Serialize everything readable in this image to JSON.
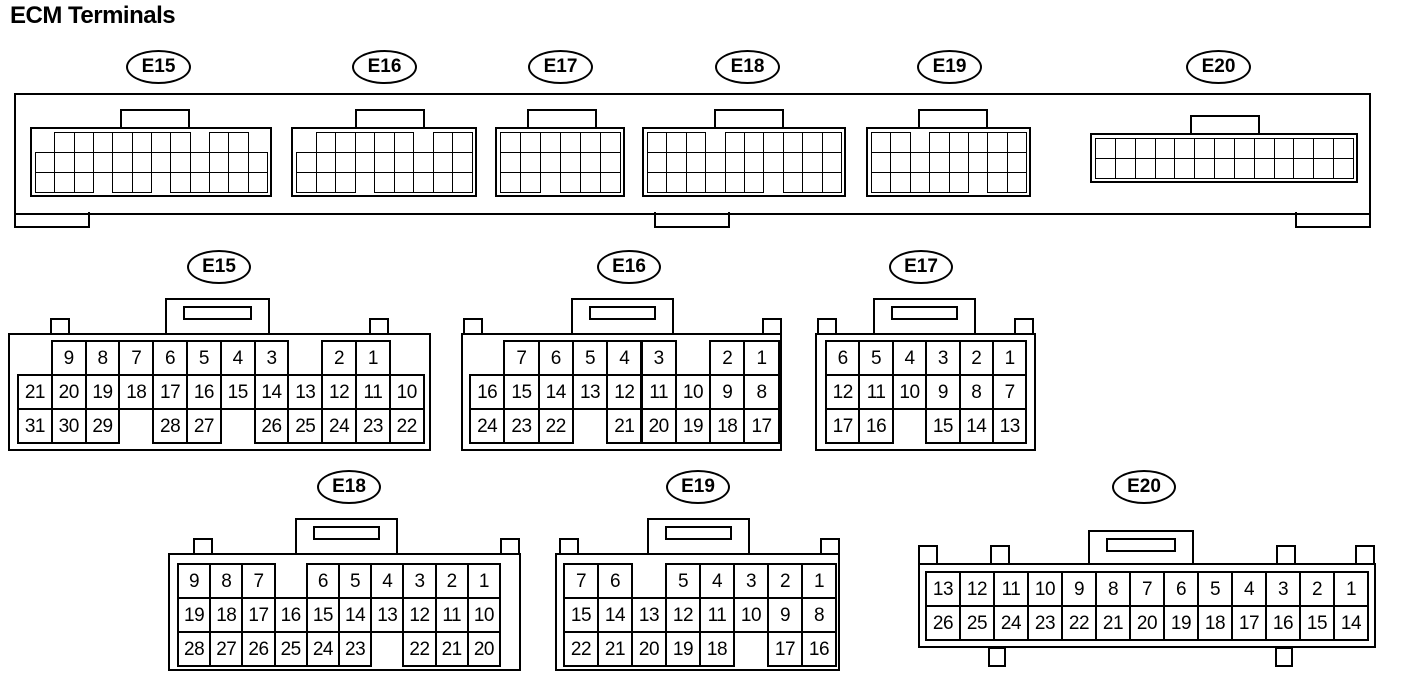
{
  "title": "ECM Terminals",
  "top_labels": [
    "E15",
    "E16",
    "E17",
    "E18",
    "E19",
    "E20"
  ],
  "detail_labels": [
    "E15",
    "E16",
    "E17",
    "E18",
    "E19",
    "E20"
  ],
  "connectors": {
    "E15": {
      "rows": [
        [
          null,
          "9",
          "8",
          "7",
          "6",
          "5",
          "4",
          "3",
          null,
          "2",
          "1",
          null
        ],
        [
          "21",
          "20",
          "19",
          "18",
          "17",
          "16",
          "15",
          "14",
          "13",
          "12",
          "11",
          "10"
        ],
        [
          "31",
          "30",
          "29",
          null,
          "28",
          "27",
          null,
          "26",
          "25",
          "24",
          "23",
          "22"
        ]
      ]
    },
    "E16": {
      "rows": [
        [
          null,
          "7",
          "6",
          "5",
          "4",
          "3",
          null,
          "2",
          "1"
        ],
        [
          "16",
          "15",
          "14",
          "13",
          "12",
          "11",
          "10",
          "9",
          "8"
        ],
        [
          "24",
          "23",
          "22",
          null,
          "21",
          "20",
          "19",
          "18",
          "17"
        ]
      ]
    },
    "E17": {
      "rows": [
        [
          "6",
          "5",
          "4",
          "3",
          "2",
          "1"
        ],
        [
          "12",
          "11",
          "10",
          "9",
          "8",
          "7"
        ],
        [
          "17",
          "16",
          null,
          "15",
          "14",
          "13"
        ]
      ]
    },
    "E18": {
      "rows": [
        [
          "9",
          "8",
          "7",
          null,
          "6",
          "5",
          "4",
          "3",
          "2",
          "1"
        ],
        [
          "19",
          "18",
          "17",
          "16",
          "15",
          "14",
          "13",
          "12",
          "11",
          "10"
        ],
        [
          "28",
          "27",
          "26",
          "25",
          "24",
          "23",
          null,
          "22",
          "21",
          "20"
        ]
      ]
    },
    "E19": {
      "rows": [
        [
          "7",
          "6",
          null,
          "5",
          "4",
          "3",
          "2",
          "1"
        ],
        [
          "15",
          "14",
          "13",
          "12",
          "11",
          "10",
          "9",
          "8"
        ],
        [
          "22",
          "21",
          "20",
          "19",
          "18",
          null,
          "17",
          "16"
        ]
      ]
    },
    "E20": {
      "rows": [
        [
          "13",
          "12",
          "11",
          "10",
          "9",
          "8",
          "7",
          "6",
          "5",
          "4",
          "3",
          "2",
          "1"
        ],
        [
          "26",
          "25",
          "24",
          "23",
          "22",
          "21",
          "20",
          "19",
          "18",
          "17",
          "16",
          "15",
          "14"
        ]
      ]
    }
  }
}
